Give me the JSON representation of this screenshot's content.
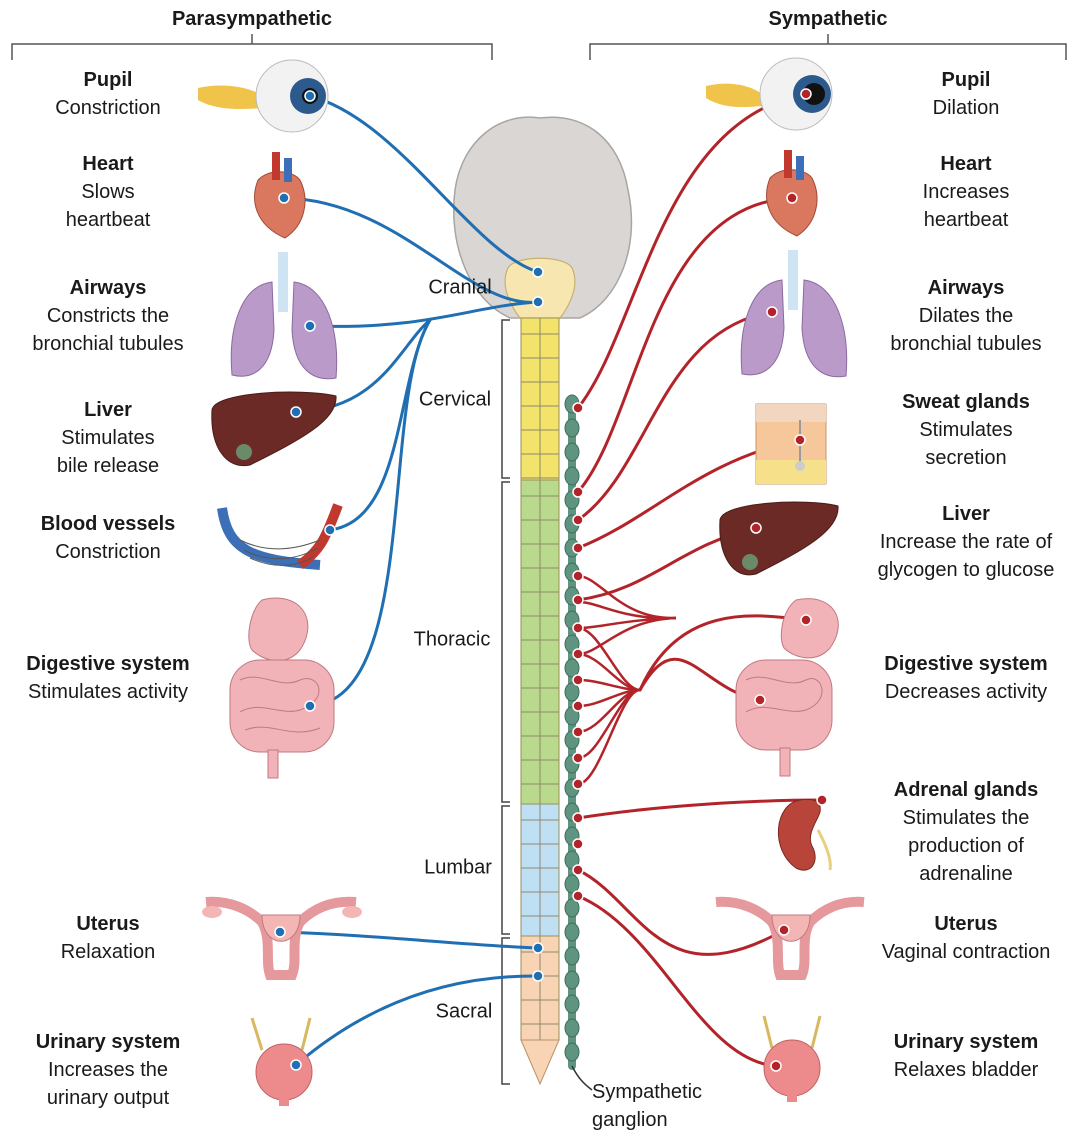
{
  "headers": {
    "left": "Parasympathetic",
    "right": "Sympathetic"
  },
  "segments": {
    "cranial": "Cranial",
    "cervical": "Cervical",
    "thoracic": "Thoracic",
    "lumbar": "Lumbar",
    "sacral": "Sacral"
  },
  "ganglion": {
    "line1": "Sympathetic",
    "line2": "ganglion"
  },
  "parasympathetic": [
    {
      "title": "Pupil",
      "lines": [
        "Constriction"
      ]
    },
    {
      "title": "Heart",
      "lines": [
        "Slows",
        "heartbeat"
      ]
    },
    {
      "title": "Airways",
      "lines": [
        "Constricts the",
        "bronchial tubules"
      ]
    },
    {
      "title": "Liver",
      "lines": [
        "Stimulates",
        "bile release"
      ]
    },
    {
      "title": "Blood vessels",
      "lines": [
        "Constriction"
      ]
    },
    {
      "title": "Digestive system",
      "lines": [
        "Stimulates activity"
      ]
    },
    {
      "title": "Uterus",
      "lines": [
        "Relaxation"
      ]
    },
    {
      "title": "Urinary system",
      "lines": [
        "Increases the",
        "urinary output"
      ]
    }
  ],
  "sympathetic": [
    {
      "title": "Pupil",
      "lines": [
        "Dilation"
      ]
    },
    {
      "title": "Heart",
      "lines": [
        "Increases",
        "heartbeat"
      ]
    },
    {
      "title": "Airways",
      "lines": [
        "Dilates the",
        "bronchial tubules"
      ]
    },
    {
      "title": "Sweat glands",
      "lines": [
        "Stimulates",
        "secretion"
      ]
    },
    {
      "title": "Liver",
      "lines": [
        "Increase the rate of",
        "glycogen to glucose"
      ]
    },
    {
      "title": "Digestive system",
      "lines": [
        "Decreases activity"
      ]
    },
    {
      "title": "Adrenal glands",
      "lines": [
        "Stimulates the",
        "production of",
        "adrenaline"
      ]
    },
    {
      "title": "Uterus",
      "lines": [
        "Vaginal contraction"
      ]
    },
    {
      "title": "Urinary system",
      "lines": [
        "Relaxes bladder"
      ]
    }
  ],
  "colors": {
    "parasympathetic_nerve": "#1f6fb2",
    "sympathetic_nerve": "#b3242a",
    "brain": "#d9d6d3",
    "brainstem": "#f7e6b0",
    "cervical": "#f3e36b",
    "thoracic": "#b9d98c",
    "lumbar": "#bfe0f4",
    "sacral": "#f8d4b4",
    "ganglion_chain": "#5f9580"
  }
}
